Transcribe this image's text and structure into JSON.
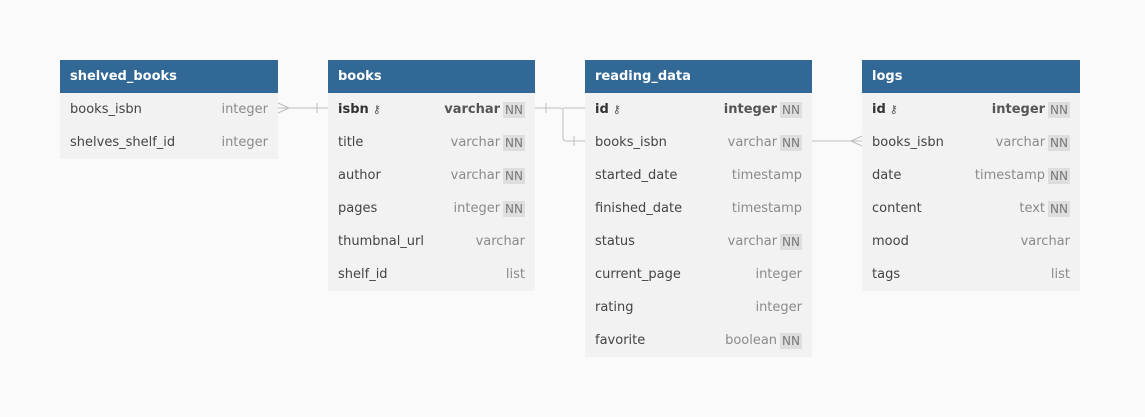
{
  "tables": [
    {
      "id": "shelved_books",
      "name": "shelved_books",
      "fields": [
        {
          "name": "books_isbn",
          "type": "integer",
          "nn": "",
          "pk": false
        },
        {
          "name": "shelves_shelf_id",
          "type": "integer",
          "nn": "",
          "pk": false
        }
      ]
    },
    {
      "id": "books",
      "name": "books",
      "fields": [
        {
          "name": "isbn",
          "type": "varchar",
          "nn": "NN",
          "pk": true
        },
        {
          "name": "title",
          "type": "varchar",
          "nn": "NN",
          "pk": false
        },
        {
          "name": "author",
          "type": "varchar",
          "nn": "NN",
          "pk": false
        },
        {
          "name": "pages",
          "type": "integer",
          "nn": "NN",
          "pk": false
        },
        {
          "name": "thumbnal_url",
          "type": "varchar",
          "nn": "",
          "pk": false
        },
        {
          "name": "shelf_id",
          "type": "list",
          "nn": "",
          "pk": false
        }
      ]
    },
    {
      "id": "reading_data",
      "name": "reading_data",
      "fields": [
        {
          "name": "id",
          "type": "integer",
          "nn": "NN",
          "pk": true
        },
        {
          "name": "books_isbn",
          "type": "varchar",
          "nn": "NN",
          "pk": false
        },
        {
          "name": "started_date",
          "type": "timestamp",
          "nn": "",
          "pk": false
        },
        {
          "name": "finished_date",
          "type": "timestamp",
          "nn": "",
          "pk": false
        },
        {
          "name": "status",
          "type": "varchar",
          "nn": "NN",
          "pk": false
        },
        {
          "name": "current_page",
          "type": "integer",
          "nn": "",
          "pk": false
        },
        {
          "name": "rating",
          "type": "integer",
          "nn": "",
          "pk": false
        },
        {
          "name": "favorite",
          "type": "boolean",
          "nn": "NN",
          "pk": false
        }
      ]
    },
    {
      "id": "logs",
      "name": "logs",
      "fields": [
        {
          "name": "id",
          "type": "integer",
          "nn": "NN",
          "pk": true
        },
        {
          "name": "books_isbn",
          "type": "varchar",
          "nn": "NN",
          "pk": false
        },
        {
          "name": "date",
          "type": "timestamp",
          "nn": "NN",
          "pk": false
        },
        {
          "name": "content",
          "type": "text",
          "nn": "NN",
          "pk": false
        },
        {
          "name": "mood",
          "type": "varchar",
          "nn": "",
          "pk": false
        },
        {
          "name": "tags",
          "type": "list",
          "nn": "",
          "pk": false
        }
      ]
    }
  ],
  "colors": {
    "header": "#316896",
    "table_bg": "#f2f2f2",
    "connector": "#bdbdbd"
  },
  "icons": {
    "primary_key": "key-icon"
  }
}
